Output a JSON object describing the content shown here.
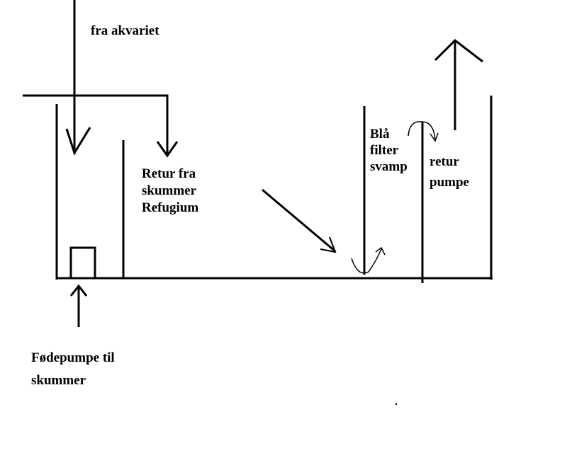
{
  "labels": {
    "from_aquarium": "fra akvariet",
    "return_from_skimmer": "Retur fra\nskummer\nRefugium",
    "blue_filter_sponge": "Blå\nfilter\nsvamp",
    "return_pump": "retur\npumpe",
    "feed_pump": "Fødepumpe til\nskummer"
  }
}
